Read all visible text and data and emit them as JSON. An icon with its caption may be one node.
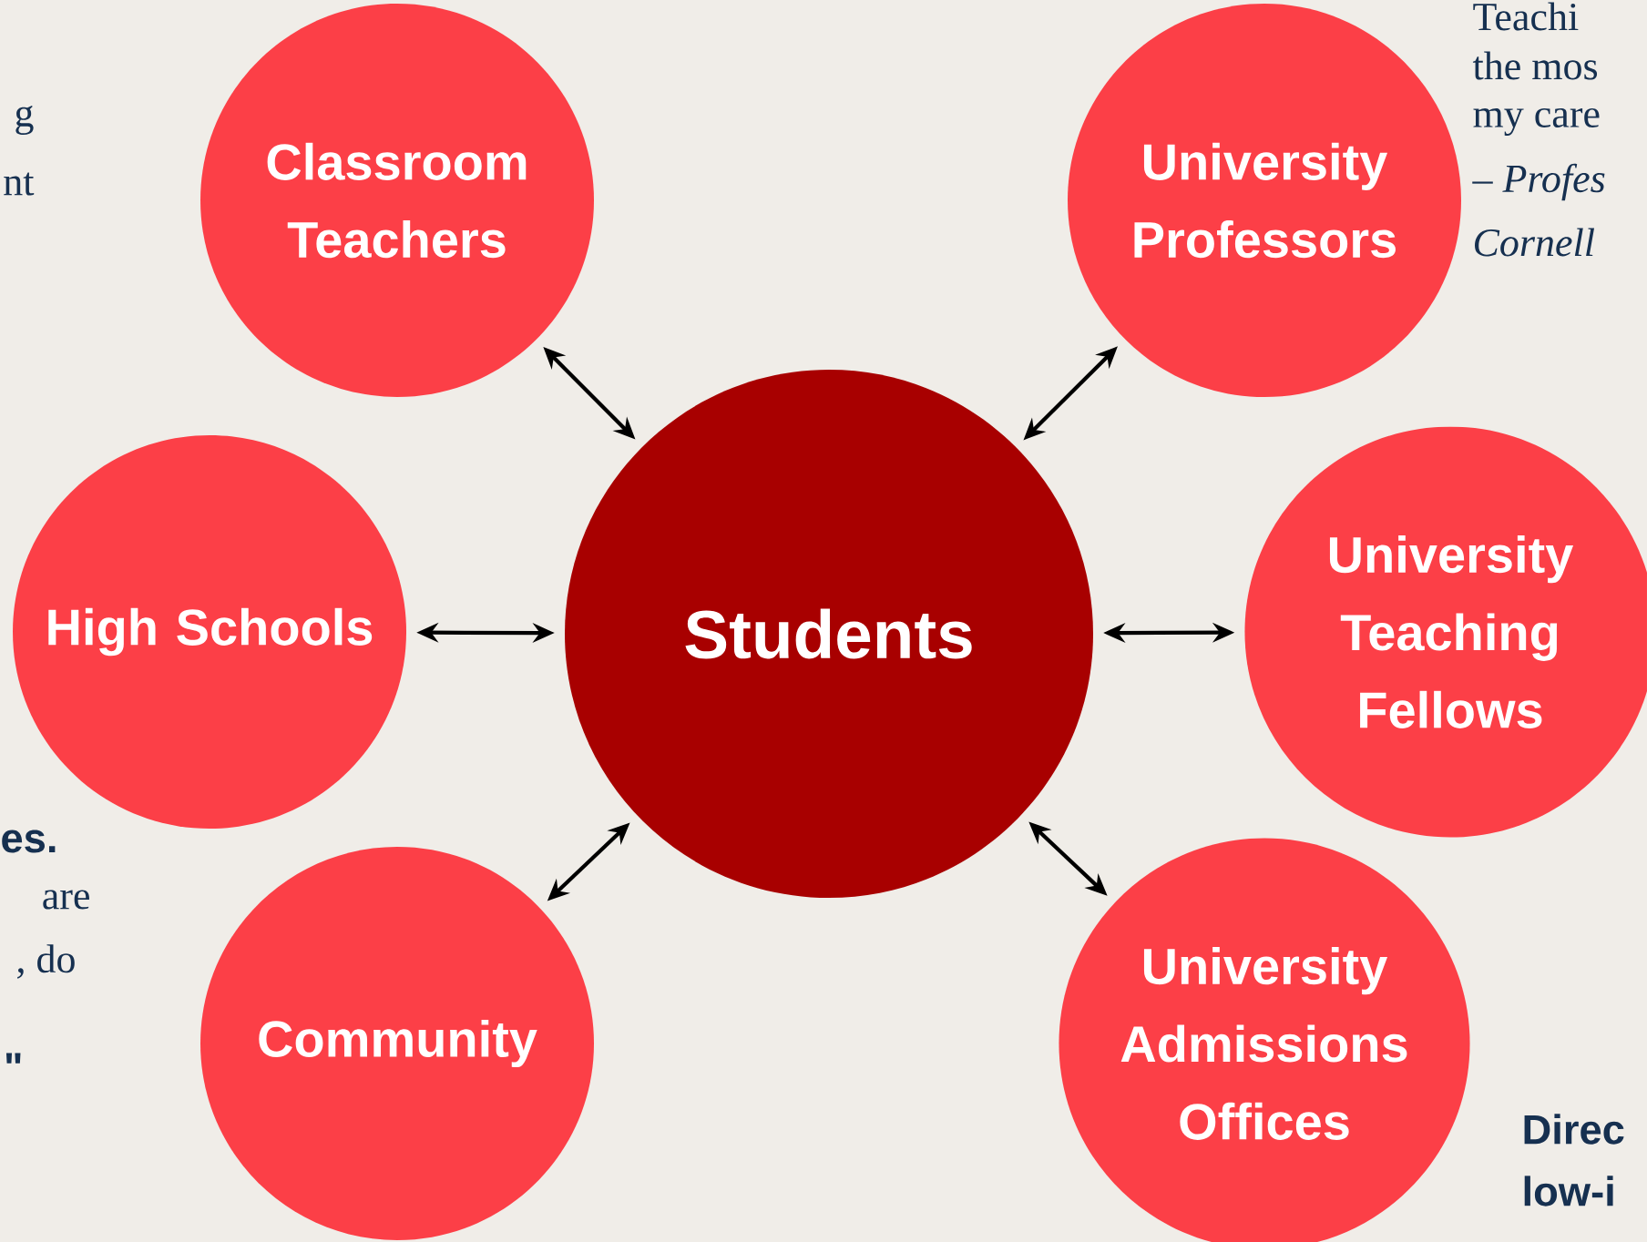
{
  "diagram": {
    "nodes": [
      {
        "text": [
          "Classroom Teachers"
        ]
      },
      {
        "text": [
          "University Professors"
        ]
      },
      {
        "text": [
          "High Schools"
        ]
      },
      {
        "text": [
          "Students"
        ]
      },
      {
        "text": [
          "University Teaching Fellows"
        ]
      },
      {
        "text": [
          "Community"
        ]
      },
      {
        "text": [
          "University Admissions Offices"
        ]
      }
    ],
    "edges": [
      {
        "from": 0,
        "to": 3,
        "arrow": "both"
      },
      {
        "from": 1,
        "to": 3,
        "arrow": "both"
      },
      {
        "from": 2,
        "to": 3,
        "arrow": "both"
      },
      {
        "from": 4,
        "to": 3,
        "arrow": "both"
      },
      {
        "from": 5,
        "to": 3,
        "arrow": "both"
      },
      {
        "from": 6,
        "to": 3,
        "arrow": "both"
      }
    ],
    "labels": [
      "Teachi",
      "g",
      "the mos",
      "nt",
      "my care",
      "– Profes",
      "Cornell",
      "es.",
      "are",
      ", do",
      "\"",
      "Direc",
      "low-i"
    ]
  }
}
